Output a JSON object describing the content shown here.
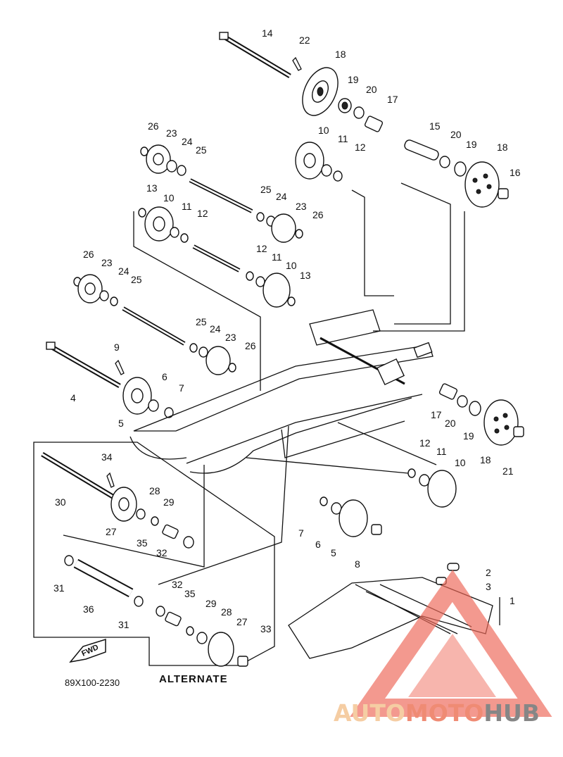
{
  "diagram": {
    "part_labels": [
      "14",
      "22",
      "18",
      "19",
      "20",
      "17",
      "26",
      "23",
      "24",
      "25",
      "10",
      "11",
      "12",
      "15",
      "20",
      "19",
      "18",
      "16",
      "13",
      "10",
      "11",
      "12",
      "25",
      "24",
      "23",
      "26",
      "12",
      "11",
      "10",
      "13",
      "26",
      "23",
      "24",
      "25",
      "25",
      "24",
      "23",
      "26",
      "9",
      "4",
      "6",
      "7",
      "5",
      "17",
      "20",
      "19",
      "18",
      "21",
      "12",
      "11",
      "10",
      "34",
      "28",
      "29",
      "30",
      "27",
      "35",
      "32",
      "7",
      "6",
      "5",
      "8",
      "2",
      "3",
      "1",
      "31",
      "36",
      "32",
      "35",
      "29",
      "28",
      "27",
      "31",
      "33"
    ],
    "drawing_code": "89X100-2230",
    "alternate_label": "ALTERNATE",
    "fwd_badge": "FWD"
  },
  "watermark": {
    "part_auto": "AUTO",
    "part_moto": "MOTO",
    "part_hub": "HUB",
    "colors": {
      "auto": "#f5c89a",
      "moto": "#ee7f66",
      "hub": "#7a7a7a",
      "triangle": "#ee6a5a"
    }
  }
}
